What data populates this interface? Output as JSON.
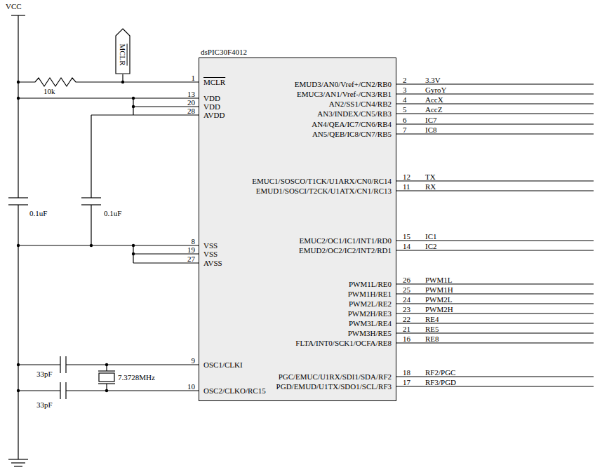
{
  "diagram": {
    "nodes": [
      {
        "text": [
          "MCLR"
        ]
      },
      {
        "text": [
          "dsPIC30F4012",
          "MCLR",
          "VDD",
          "VDD",
          "AVDD",
          "VSS",
          "VSS",
          "AVSS",
          "OSC1/CLKI",
          "OSC2/CLKO/RC15",
          "EMUD3/AN0/Vref+/CN2/RB0",
          "EMUC3/AN1/Vref-/CN3/RB1",
          "AN2/SS1/CN4/RB2",
          "AN3/INDEX/CN5/RB3",
          "AN4/QEA/IC7/CN6/RB4",
          "AN5/QEB/IC8/CN7/RB5",
          "EMUC1/SOSCO/T1CK/U1ARX/CN0/RC14",
          "EMUD1/SOSCI/T2CK/U1ATX/CN1/RC13",
          "EMUC2/OC1/IC1/INT1/RD0",
          "EMUD2/OC2/IC2/INT2/RD1",
          "PWM1L/RE0",
          "PWM1H/RE1",
          "PWM2L/RE2",
          "PWM2H/RE3",
          "PWM3L/RE4",
          "PWM3H/RE5",
          "FLTA/INT0/SCK1/OCFA/RE8",
          "PGC/EMUC/U1RX/SDI1/SDA/RF2",
          "PGD/EMUD/U1TX/SDO1/SCL/RF3"
        ]
      }
    ],
    "edges": [
      {
        "from": 0,
        "to": 1,
        "arrow": "none"
      }
    ],
    "labels": [
      "VCC",
      "10k",
      "0.1uF",
      "0.1uF",
      "33pF",
      "33pF",
      "7.3728MHz",
      "1",
      "13",
      "20",
      "28",
      "8",
      "19",
      "27",
      "9",
      "10",
      "2",
      "3.3V",
      "3",
      "GyroY",
      "4",
      "AccX",
      "5",
      "AccZ",
      "6",
      "IC7",
      "7",
      "IC8",
      "12",
      "TX",
      "11",
      "RX",
      "15",
      "IC1",
      "14",
      "IC2",
      "26",
      "PWM1L",
      "25",
      "PWM1H",
      "24",
      "PWM2L",
      "23",
      "PWM2H",
      "22",
      "RE4",
      "21",
      "RE5",
      "16",
      "RE8",
      "18",
      "RF2/PGC",
      "17",
      "RF3/PGD"
    ]
  }
}
